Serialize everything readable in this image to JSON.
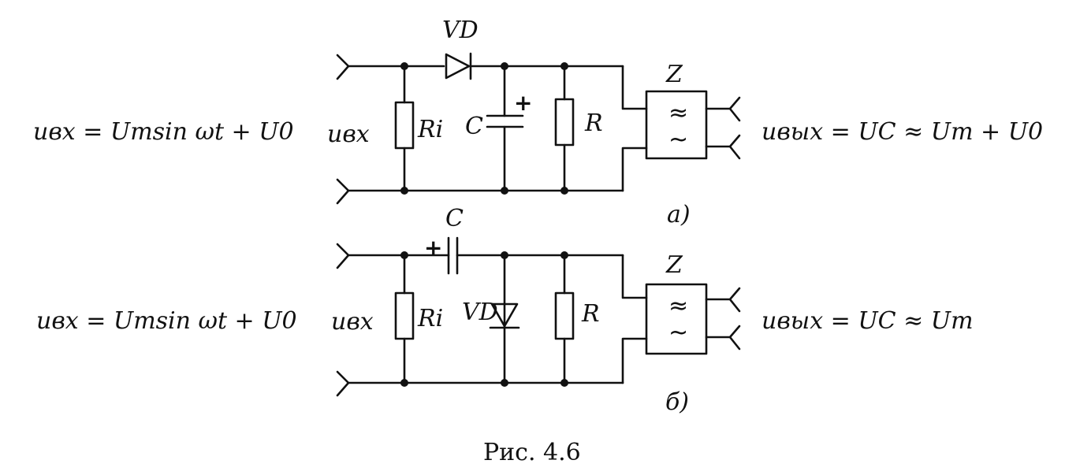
{
  "caption": "Рис. 4.6",
  "circuit_a": {
    "input_formula": "uвх = Umsin ωt + U0",
    "input_label": "uвх",
    "ri_label": "Ri",
    "diode_label": "VD",
    "capacitor_label": "C",
    "capacitor_plus": "+",
    "r_label": "R",
    "filter_label": "Z",
    "filter_symbol_top": "≈",
    "filter_symbol_bottom": "~",
    "output_formula": "uвых = UC ≈ Um + U0",
    "subfigure_label": "a)"
  },
  "circuit_b": {
    "input_formula": "uвх = Umsin ωt + U0",
    "input_label": "uвх",
    "ri_label": "Ri",
    "capacitor_label": "C",
    "capacitor_plus": "+",
    "diode_label": "VD",
    "r_label": "R",
    "filter_label": "Z",
    "filter_symbol_top": "≈",
    "filter_symbol_bottom": "~",
    "output_formula": "uвых = UC ≈ Um",
    "subfigure_label": "б)"
  }
}
